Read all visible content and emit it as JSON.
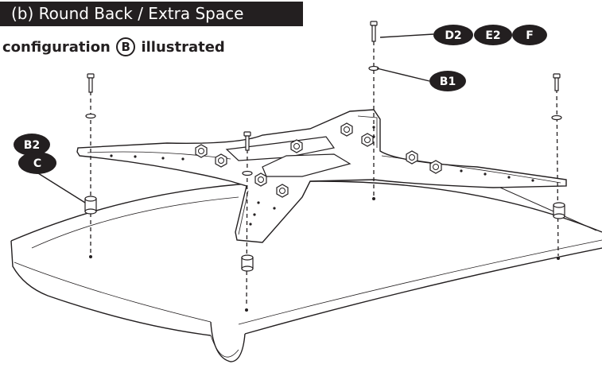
{
  "header": {
    "title": "(b) Round Back / Extra Space"
  },
  "subtitle": {
    "before": "configuration",
    "config_letter": "B",
    "after": "illustrated"
  },
  "callouts": {
    "d2": "D2",
    "e2": "E2",
    "f": "F",
    "b1": "B1",
    "b2": "B2",
    "c": "C"
  },
  "colors": {
    "ink": "#231f20",
    "paper": "#ffffff"
  }
}
